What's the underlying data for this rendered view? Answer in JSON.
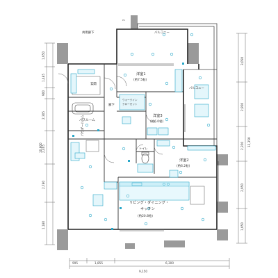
{
  "rooms": {
    "western_room_1": {
      "name": "洋室1",
      "area": "(約7.5帖)"
    },
    "western_room_2": {
      "name": "洋室2",
      "area": "(約6.2帖)"
    },
    "western_room_3": {
      "name": "洋室3",
      "area": "(約6.0帖)"
    },
    "ldk": {
      "name": "リビング・ダイニング・",
      "name2": "キッチン",
      "area": "(約20.8帖)"
    },
    "bathroom": {
      "name": "バスルーム"
    },
    "powder_room": {
      "name": "パウダールーム"
    },
    "toilet": {
      "name": "トイレ"
    },
    "entrance": {
      "name": "玄関"
    },
    "hallway": {
      "name": "廊下"
    },
    "walk_in_closet": {
      "name": "ウォークイン",
      "name2": "クローゼット"
    },
    "balcony_top": {
      "name": "バルコニー"
    },
    "balcony_right": {
      "name": "バルコニー"
    },
    "shared_corridor": {
      "name": "共用廊下"
    },
    "pipe_space": {
      "name": "PS"
    }
  },
  "dimensions": {
    "left": [
      "1,650",
      "1,485",
      "900",
      "2,305",
      "2,465",
      "2,780",
      "1,180"
    ],
    "left_total": "10,800",
    "right": [
      "3,050",
      "2,950",
      "2,350",
      "2,950",
      "1,050"
    ],
    "right_total": "12,350",
    "bottom": [
      "995",
      "1,855",
      "6,300"
    ],
    "bottom_total": "9,150"
  }
}
